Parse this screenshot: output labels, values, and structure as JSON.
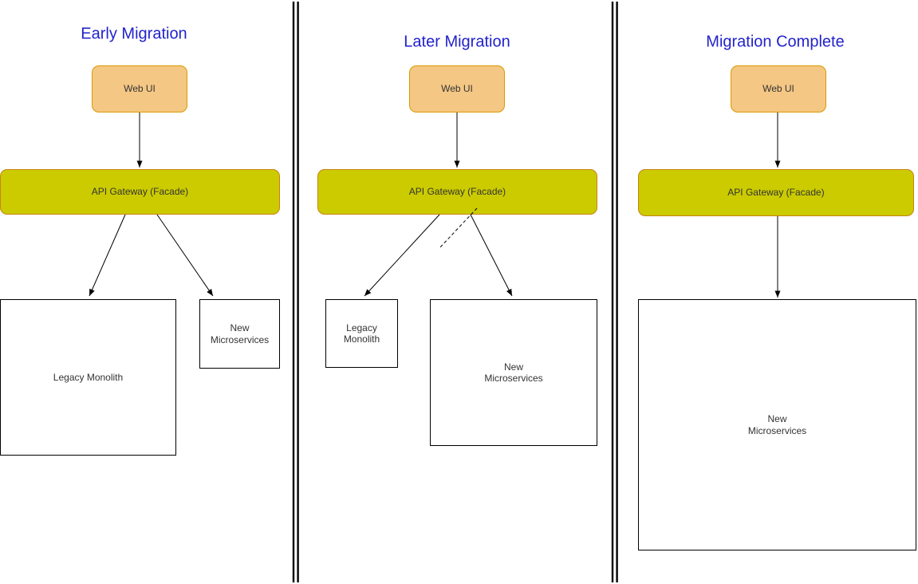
{
  "colors": {
    "background": "#FFFFFF",
    "title_text": "#2222CC",
    "web_ui_fill": "#F5C784",
    "web_ui_border": "#D79B00",
    "gateway_fill": "#CBCB00",
    "gateway_border": "#C8820E",
    "service_box_fill": "#FFFFFF",
    "service_box_border": "#000000",
    "node_label_text": "#333333",
    "connector_line": "#000000"
  },
  "panels": [
    {
      "title": "Early Migration",
      "nodes": {
        "web_ui": "Web UI",
        "api_gateway": "API Gateway (Facade)",
        "legacy_monolith": "Legacy Monolith",
        "new_microservices": "New\nMicroservices"
      }
    },
    {
      "title": "Later Migration",
      "nodes": {
        "web_ui": "Web UI",
        "api_gateway": "API Gateway (Facade)",
        "legacy_monolith": "Legacy Monolith",
        "new_microservices": "New\nMicroservices"
      }
    },
    {
      "title": "Migration Complete",
      "nodes": {
        "web_ui": "Web UI",
        "api_gateway": "API Gateway (Facade)",
        "new_microservices": "New\nMicroservices"
      }
    }
  ]
}
